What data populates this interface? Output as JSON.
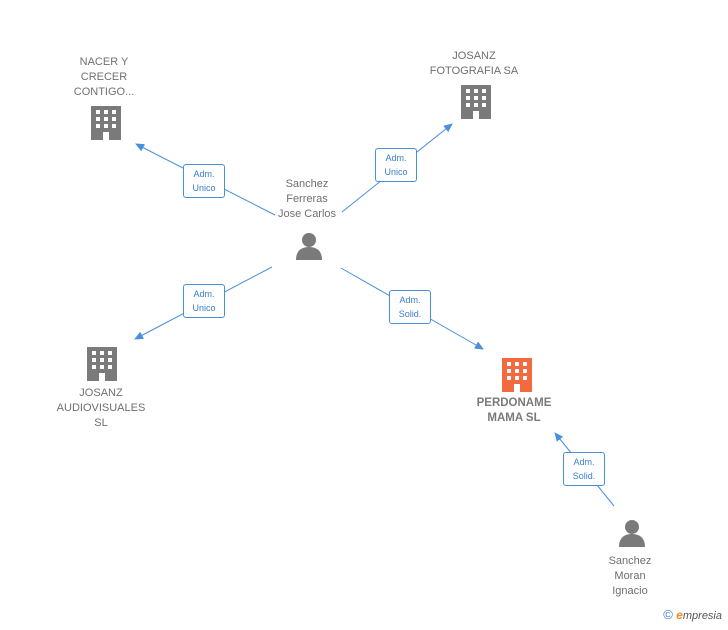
{
  "nodes": {
    "nacer": {
      "label": "NACER Y\nCRECER\nCONTIGO...",
      "type": "company"
    },
    "fotografia": {
      "label": "JOSANZ\nFOTOGRAFIA SA",
      "type": "company"
    },
    "sanchez_ferreras": {
      "label": "Sanchez\nFerreras\nJose Carlos",
      "type": "person"
    },
    "audiovisuales": {
      "label": "JOSANZ\nAUDIOVISUALES\nSL",
      "type": "company"
    },
    "perdoname": {
      "label": "PERDONAME\nMAMA  SL",
      "type": "company-main"
    },
    "sanchez_moran": {
      "label": "Sanchez\nMoran\nIgnacio",
      "type": "person"
    }
  },
  "edges": {
    "e1": {
      "label": "Adm.\nUnico"
    },
    "e2": {
      "label": "Adm.\nUnico"
    },
    "e3": {
      "label": "Adm.\nUnico"
    },
    "e4": {
      "label": "Adm.\nSolid."
    },
    "e5": {
      "label": "Adm.\nSolid."
    }
  },
  "colors": {
    "edge": "#4a8fdc",
    "company_icon": "#7a7a7a",
    "main_icon": "#f26a3d",
    "person_icon": "#7a7a7a"
  },
  "footer": {
    "copyright": "©",
    "brand_initial": "e",
    "brand_rest": "mpresia"
  }
}
